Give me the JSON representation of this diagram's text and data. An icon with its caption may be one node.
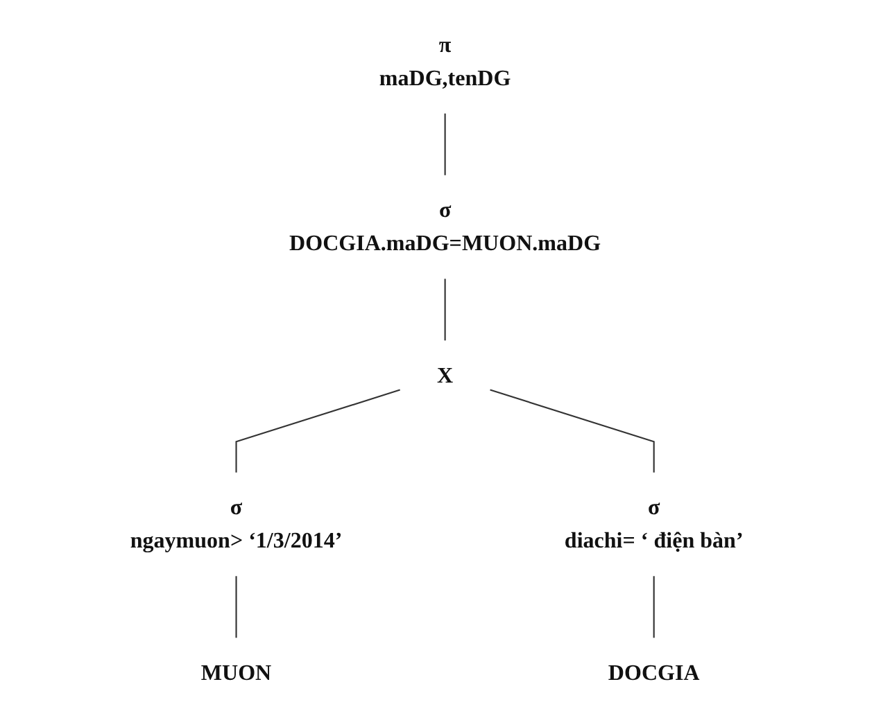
{
  "diagram": {
    "nodes": [
      {
        "text": [
          "π",
          "maDG,tenDG"
        ]
      },
      {
        "text": [
          "σ",
          "DOCGIA.maDG=MUON.maDG"
        ]
      },
      {
        "text": [
          "X"
        ]
      },
      {
        "text": [
          "σ",
          "ngaymuon> ‘1/3/2014’"
        ]
      },
      {
        "text": [
          "σ",
          "diachi= ‘ điện bàn’"
        ]
      },
      {
        "text": [
          "MUON"
        ]
      },
      {
        "text": [
          "DOCGIA"
        ]
      }
    ],
    "edges": [
      {
        "from": 0,
        "to": 1,
        "arrow": "none"
      },
      {
        "from": 1,
        "to": 2,
        "arrow": "none"
      },
      {
        "from": 2,
        "to": 3,
        "arrow": "none"
      },
      {
        "from": 2,
        "to": 4,
        "arrow": "none"
      },
      {
        "from": 3,
        "to": 5,
        "arrow": "none"
      },
      {
        "from": 4,
        "to": 6,
        "arrow": "none"
      }
    ]
  }
}
